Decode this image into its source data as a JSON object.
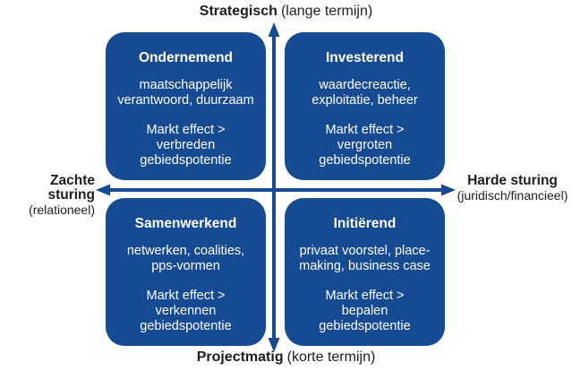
{
  "colors": {
    "box_blue": "#164a93",
    "box_text": "#ffffff",
    "label_ink": "#1d1d1b"
  },
  "axes": {
    "top": {
      "bold": "Strategisch",
      "normal": "(lange termijn)"
    },
    "bottom": {
      "bold": "Projectmatig",
      "normal": "(korte termijn)"
    },
    "left": {
      "bold": "Zachte sturing",
      "normal": "(relationeel)"
    },
    "right": {
      "bold": "Harde sturing",
      "normal": "(juridisch/financieel)"
    }
  },
  "quadrants": {
    "top_left": {
      "title": "Ondernemend",
      "desc": "maatschappelijk\nverantwoord, duurzaam",
      "effect": "Markt effect >\nverbreden\ngebiedspotentie"
    },
    "top_right": {
      "title": "Investerend",
      "desc": "waardecreactie,\nexploitatie, beheer",
      "effect": "Markt effect >\nvergroten\ngebiedspotentie"
    },
    "bottom_left": {
      "title": "Samenwerkend",
      "desc": "netwerken, coalities,\npps-vormen",
      "effect": "Markt effect >\nverkennen\ngebiedspotentie"
    },
    "bottom_right": {
      "title": "Initiërend",
      "desc": "privaat voorstel, place-\nmaking, business case",
      "effect": "Markt effect >\nbepalen\ngebiedspotentie"
    }
  }
}
